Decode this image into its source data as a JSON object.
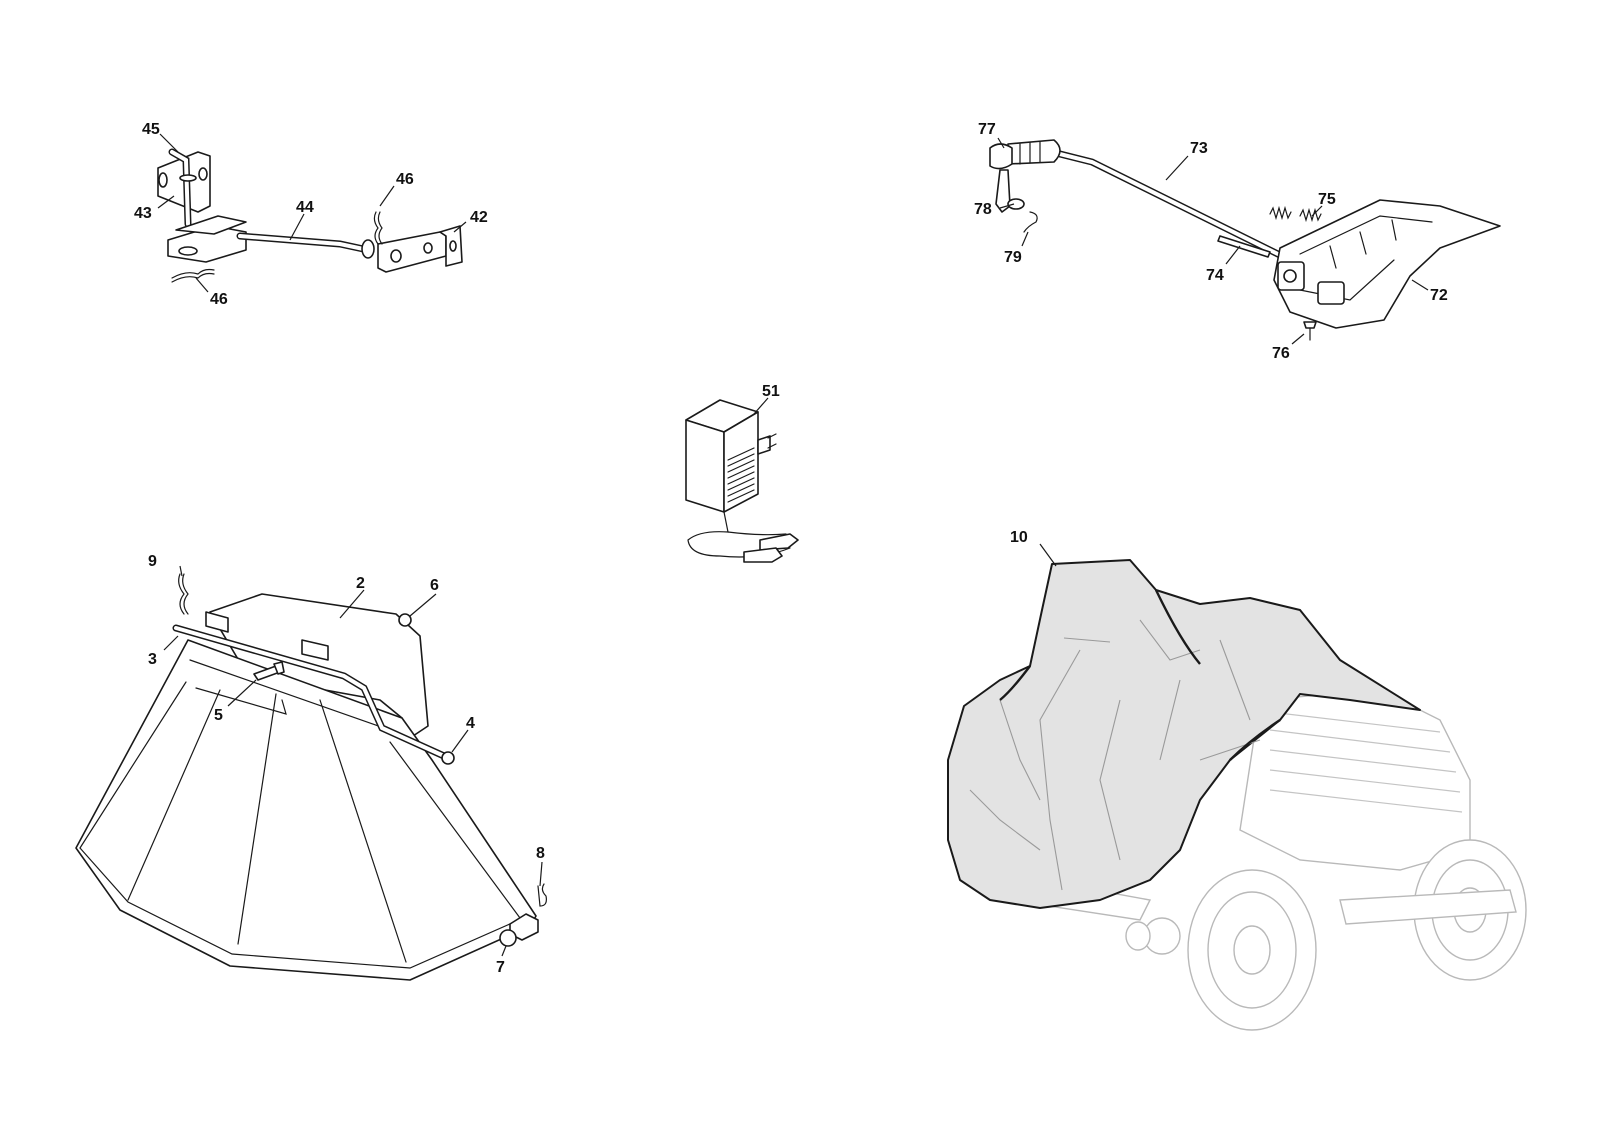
{
  "diagram": {
    "callouts": {
      "c45": "45",
      "c43": "43",
      "c44": "44",
      "c46a": "46",
      "c42": "42",
      "c46b": "46",
      "c77": "77",
      "c73": "73",
      "c78": "78",
      "c75": "75",
      "c79": "79",
      "c74": "74",
      "c72": "72",
      "c76": "76",
      "c51": "51",
      "c9": "9",
      "c2": "2",
      "c6": "6",
      "c3": "3",
      "c5": "5",
      "c4": "4",
      "c8": "8",
      "c7": "7",
      "c10": "10"
    }
  }
}
